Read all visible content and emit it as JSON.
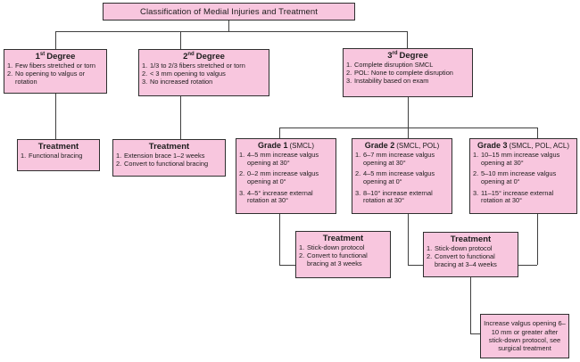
{
  "title_box": {
    "label": "Classification of Medial Injuries and Treatment"
  },
  "colors": {
    "box_fill": "#f8c6de",
    "box_border": "#2f2f2f",
    "connector": "#3f3f3f",
    "text": "#1c1c1c",
    "background": "#ffffff"
  },
  "degrees": {
    "first": {
      "num": "1",
      "sup": "st",
      "rest": "Degree",
      "items": [
        {
          "n": "1.",
          "t": "Few fibers stretched or torn"
        },
        {
          "n": "2.",
          "t": "No opening to valgus or rotation"
        }
      ]
    },
    "second": {
      "num": "2",
      "sup": "nd",
      "rest": "Degree",
      "items": [
        {
          "n": "1.",
          "t": "1/3 to 2/3 fibers stretched or torn"
        },
        {
          "n": "2.",
          "t": "< 3 mm opening to valgus"
        },
        {
          "n": "3.",
          "t": "No increased rotation"
        }
      ]
    },
    "third": {
      "num": "3",
      "sup": "rd",
      "rest": "Degree",
      "items": [
        {
          "n": "1.",
          "t": "Complete disruption SMCL"
        },
        {
          "n": "2.",
          "t": "POL: None to complete disruption"
        },
        {
          "n": "3.",
          "t": "Instability based on exam"
        }
      ]
    }
  },
  "grades": {
    "g1": {
      "title": "Grade 1",
      "sub": "(SMCL)",
      "items": [
        {
          "n": "1.",
          "t": "4–5 mm increase valgus opening at 30°"
        },
        {
          "n": "2.",
          "t": "0–2 mm increase valgus opening at 0°"
        },
        {
          "n": "3.",
          "t": "4–5° increase external rotation at 30°"
        }
      ]
    },
    "g2": {
      "title": "Grade 2",
      "sub": "(SMCL, POL)",
      "items": [
        {
          "n": "1.",
          "t": "6–7 mm increase valgus opening at 30°"
        },
        {
          "n": "2.",
          "t": "4–5 mm increase valgus opening at 0°"
        },
        {
          "n": "3.",
          "t": "8–10° increase external rotation at 30°"
        }
      ]
    },
    "g3": {
      "title": "Grade 3",
      "sub": "(SMCL, POL, ACL)",
      "items": [
        {
          "n": "1.",
          "t": "10–15 mm increase valgus opening at 30°"
        },
        {
          "n": "2.",
          "t": "5–10 mm increase valgus opening at 0°"
        },
        {
          "n": "3.",
          "t": "11–15° increase external rotation at 30°"
        }
      ]
    }
  },
  "treatments": {
    "first": {
      "heading": "Treatment",
      "items": [
        {
          "n": "1.",
          "t": "Functional bracing"
        }
      ]
    },
    "second": {
      "heading": "Treatment",
      "items": [
        {
          "n": "1.",
          "t": "Extension brace 1–2 weeks"
        },
        {
          "n": "2.",
          "t": "Convert to functional bracing"
        }
      ]
    },
    "grade1": {
      "heading": "Treatment",
      "items": [
        {
          "n": "1.",
          "t": "Stick-down protocol"
        },
        {
          "n": "2.",
          "t": "Convert to functional bracing at 3 weeks"
        }
      ]
    },
    "grade23": {
      "heading": "Treatment",
      "items": [
        {
          "n": "1.",
          "t": "Stick-down protocol"
        },
        {
          "n": "2.",
          "t": "Convert to functional bracing at 3–4 weeks"
        }
      ]
    }
  },
  "surgical_note": {
    "text": "Increase valgus opening 6–10 mm or greater after stick-down protocol, see surgical treatment"
  }
}
